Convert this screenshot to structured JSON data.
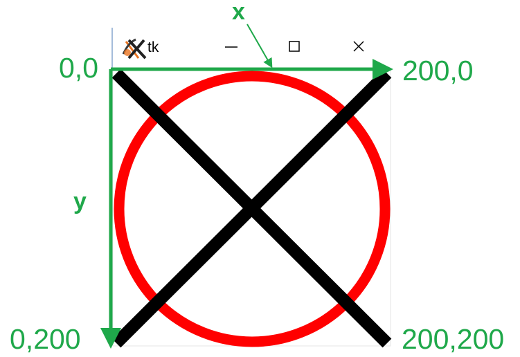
{
  "window": {
    "title": "tk",
    "controls": {
      "minimize_icon": "minimize-icon",
      "maximize_icon": "maximize-icon",
      "close_icon": "close-icon"
    },
    "app_icon": "tk-feather-icon"
  },
  "coordinates": {
    "top_left": "0,0",
    "top_right": "200,0",
    "bottom_left": "0,200",
    "bottom_right": "200,200"
  },
  "axes": {
    "x_label": "x",
    "y_label": "y"
  },
  "colors": {
    "annotation": "#1fa84a",
    "circle": "#ff0000",
    "cross": "#000000"
  }
}
